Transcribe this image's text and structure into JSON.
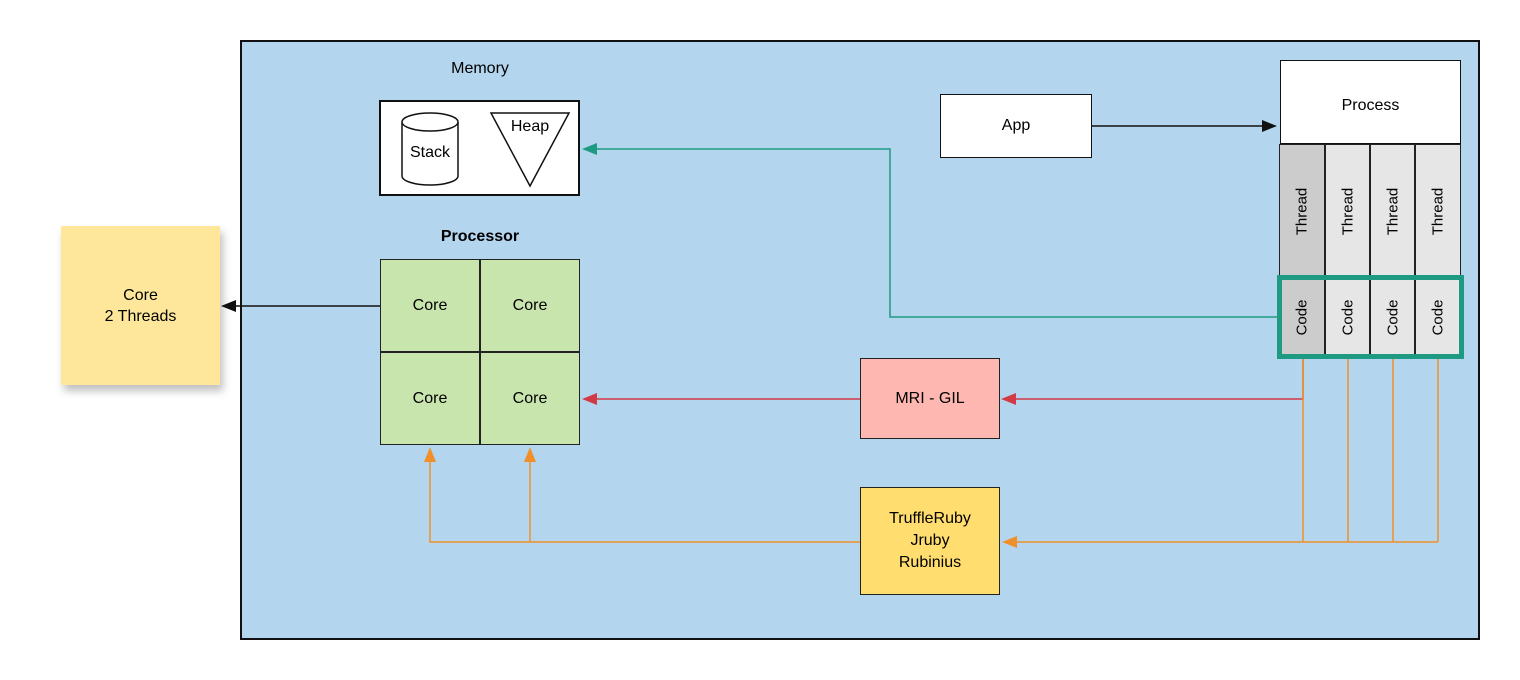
{
  "memory": {
    "title": "Memory",
    "stack_label": "Stack",
    "heap_label": "Heap"
  },
  "processor": {
    "title": "Processor",
    "cores": [
      "Core",
      "Core",
      "Core",
      "Core"
    ]
  },
  "note": {
    "line1": "Core",
    "line2": "2 Threads"
  },
  "app": {
    "label": "App"
  },
  "process": {
    "title": "Process",
    "threads": [
      "Thread",
      "Thread",
      "Thread",
      "Thread"
    ],
    "codes": [
      "Code",
      "Code",
      "Code",
      "Code"
    ]
  },
  "gil": {
    "label": "MRI - GIL"
  },
  "alternatives": {
    "lines": [
      "TruffleRuby",
      "Jruby",
      "Rubinius"
    ]
  },
  "colors": {
    "panel": "#b4d5ee",
    "note": "#fee79a",
    "core": "#c9e5ae",
    "gil": "#feb8b1",
    "alternatives": "#ffde6f",
    "teal": "#1f9a82",
    "red": "#d23a45",
    "orange": "#f0902a",
    "black": "#111111"
  }
}
